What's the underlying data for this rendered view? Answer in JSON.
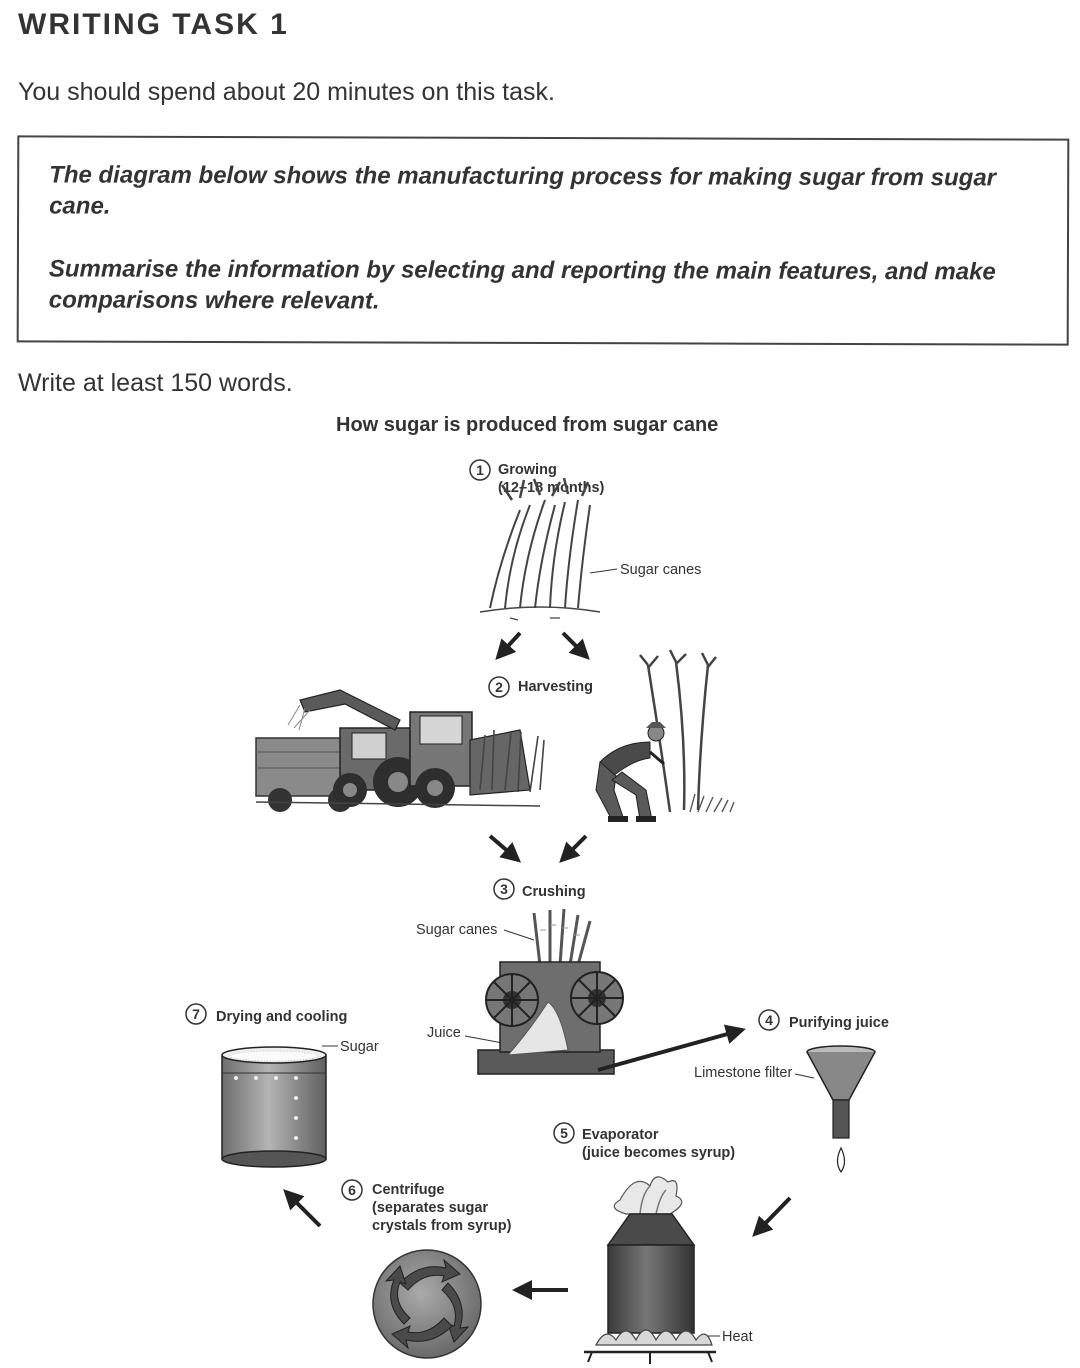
{
  "heading": "WRITING TASK 1",
  "instruction": "You should spend about 20 minutes on this task.",
  "prompt": {
    "line1": "The diagram below shows the manufacturing process for making sugar from sugar cane.",
    "line2": "Summarise the information by selecting and reporting the main features, and make comparisons where relevant."
  },
  "word_requirement": "Write at least 150 words.",
  "diagram": {
    "title": "How sugar is produced from sugar cane",
    "steps": [
      {
        "number": "1",
        "label": "Growing",
        "sublabel": "(12–18 months)"
      },
      {
        "number": "2",
        "label": "Harvesting"
      },
      {
        "number": "3",
        "label": "Crushing"
      },
      {
        "number": "4",
        "label": "Purifying juice"
      },
      {
        "number": "5",
        "label": "Evaporator",
        "sublabel": "(juice becomes syrup)"
      },
      {
        "number": "6",
        "label": "Centrifuge",
        "sublabel1": "(separates sugar",
        "sublabel2": "crystals from syrup)"
      },
      {
        "number": "7",
        "label": "Drying and cooling"
      }
    ],
    "callouts": {
      "growing_canes": "Sugar canes",
      "crushing_canes": "Sugar canes",
      "juice": "Juice",
      "limestone": "Limestone filter",
      "sugar": "Sugar",
      "heat": "Heat"
    }
  },
  "colors": {
    "text": "#333333",
    "ink": "#2a2a2a",
    "grey_dark": "#555555",
    "grey_mid": "#8a8a8a",
    "grey_light": "#c8c8c8"
  }
}
